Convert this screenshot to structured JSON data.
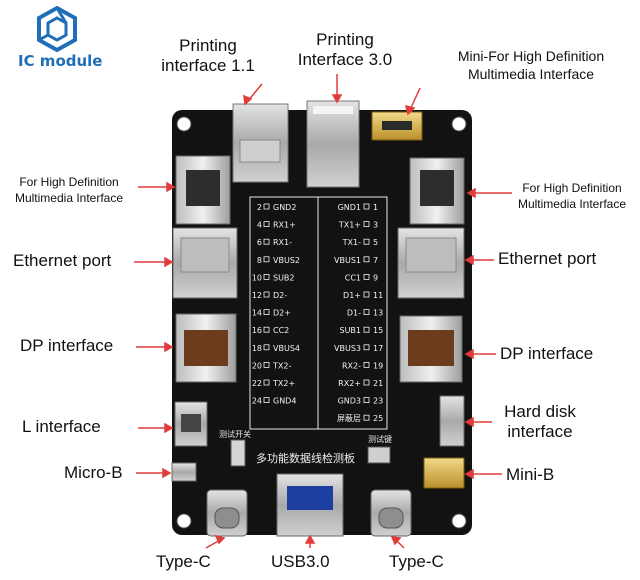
{
  "logo": {
    "brand_text": "IC module",
    "accent": "#1f6fb8"
  },
  "labels": {
    "printing_11": "Printing interface 1.1",
    "printing_30": "Printing Interface 3.0",
    "mini_hdmi": "Mini-For High Definition Multimedia Interface",
    "hdmi_left": "For High Definition Multimedia Interface",
    "hdmi_right": "For High Definition Multimedia Interface",
    "ethernet_left": "Ethernet port",
    "ethernet_right": "Ethernet port",
    "dp_left": "DP interface",
    "dp_right": "DP interface",
    "l_interface": "L interface",
    "hard_disk": "Hard disk interface",
    "micro_b": "Micro-B",
    "mini_b": "Mini-B",
    "type_c_left": "Type-C",
    "usb30": "USB3.0",
    "type_c_right": "Type-C"
  },
  "board": {
    "color": "#121212",
    "pin_table_left": [
      {
        "num": "2",
        "name": "GND2"
      },
      {
        "num": "4",
        "name": "RX1+"
      },
      {
        "num": "6",
        "name": "RX1-"
      },
      {
        "num": "8",
        "name": "VBUS2"
      },
      {
        "num": "10",
        "name": "SUB2"
      },
      {
        "num": "12",
        "name": "D2-"
      },
      {
        "num": "14",
        "name": "D2+"
      },
      {
        "num": "16",
        "name": "CC2"
      },
      {
        "num": "18",
        "name": "VBUS4"
      },
      {
        "num": "20",
        "name": "TX2-"
      },
      {
        "num": "22",
        "name": "TX2+"
      },
      {
        "num": "24",
        "name": "GND4"
      }
    ],
    "pin_table_right": [
      {
        "num": "1",
        "name": "GND1"
      },
      {
        "num": "3",
        "name": "TX1+"
      },
      {
        "num": "5",
        "name": "TX1-"
      },
      {
        "num": "7",
        "name": "VBUS1"
      },
      {
        "num": "9",
        "name": "CC1"
      },
      {
        "num": "11",
        "name": "D1+"
      },
      {
        "num": "13",
        "name": "D1-"
      },
      {
        "num": "15",
        "name": "SUB1"
      },
      {
        "num": "17",
        "name": "VBUS3"
      },
      {
        "num": "19",
        "name": "RX2-"
      },
      {
        "num": "21",
        "name": "RX2+"
      },
      {
        "num": "23",
        "name": "GND3"
      },
      {
        "num": "25",
        "name": "屏蔽层"
      }
    ],
    "switch_label": "测试开关",
    "button_label": "测试键",
    "board_title": "多功能数据线检测板"
  }
}
